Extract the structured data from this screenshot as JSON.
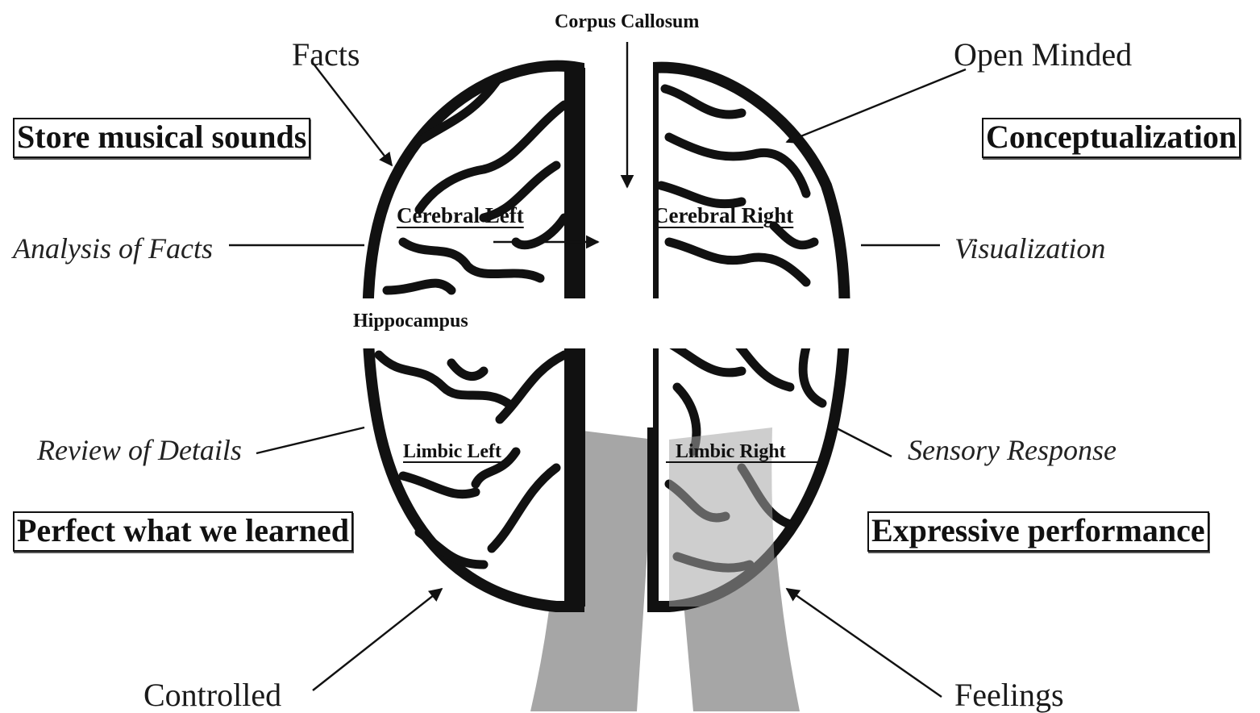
{
  "title": "Corpus Callosum",
  "regions": {
    "cerebral_left": "Cerebral Left",
    "cerebral_right": "Cerebral Right",
    "limbic_left": "Limbic Left",
    "limbic_right": "Limbic Right",
    "hippocampus": "Hippocampus"
  },
  "traits": {
    "facts": "Facts",
    "open_minded": "Open Minded",
    "controlled": "Controlled",
    "feelings": "Feelings"
  },
  "functions": {
    "analysis_of_facts": "Analysis of Facts",
    "visualization": "Visualization",
    "review_of_details": "Review of Details",
    "sensory_response": "Sensory Response"
  },
  "boxes": {
    "store_musical_sounds": "Store musical sounds",
    "conceptualization": "Conceptualization",
    "perfect_what_we_learned": "Perfect what we learned",
    "expressive_performance": "Expressive performance"
  },
  "colors": {
    "brain_outline": "#111111",
    "brain_stem": "#a6a6a6",
    "background": "#ffffff"
  }
}
